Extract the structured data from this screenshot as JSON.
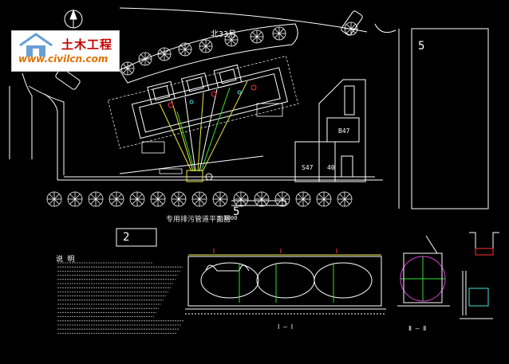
{
  "logo": {
    "title": "土木工程",
    "url": "www.civilcn.com",
    "icon": "house-logo-icon"
  },
  "site_plan": {
    "north_road_label": "北33月",
    "site_caption": "专用排污管道平面图",
    "caption_scale": "1:1000",
    "building_number_left": "2",
    "building_number_mid": "5",
    "building_number_right": "5",
    "pump_room_labels": [
      "B47",
      "S47",
      "40"
    ]
  },
  "notes": {
    "heading": "说 明"
  },
  "sections": {
    "left_title": "Ⅰ — Ⅰ",
    "right_title": "Ⅱ — Ⅱ"
  },
  "colors": {
    "background": "#000000",
    "line": "#ffffff",
    "accent_red": "#ff3030",
    "accent_green": "#30e030",
    "accent_magenta": "#e040e0",
    "accent_yellow": "#e8e840",
    "accent_cyan": "#40e0e0"
  }
}
